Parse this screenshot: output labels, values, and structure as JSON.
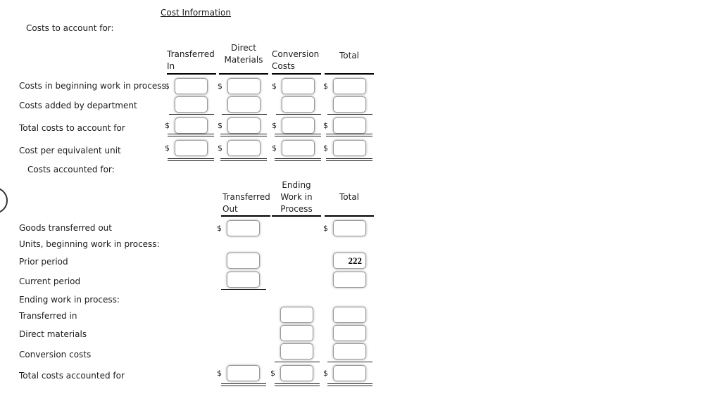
{
  "title": "Cost Information",
  "currency": "$",
  "costs_to_account_for": {
    "heading": "Costs to account for:",
    "columns": [
      "Transferred In",
      "Direct Materials",
      "Conversion Costs",
      "Total"
    ],
    "rows": [
      "Costs in beginning work in process",
      "Costs added by department",
      "Total costs to account for",
      "Cost per equivalent unit"
    ]
  },
  "costs_accounted_for": {
    "heading": "Costs accounted for:",
    "columns": [
      "Transferred Out",
      "Ending Work in Process",
      "Total"
    ],
    "rows": [
      "Goods transferred out",
      "Units, beginning work in process:",
      "Prior period",
      "Current period",
      "Ending work in process:",
      "Transferred in",
      "Direct materials",
      "Conversion costs",
      "Total costs accounted for"
    ],
    "values": {
      "prior_period_total": "222"
    }
  }
}
